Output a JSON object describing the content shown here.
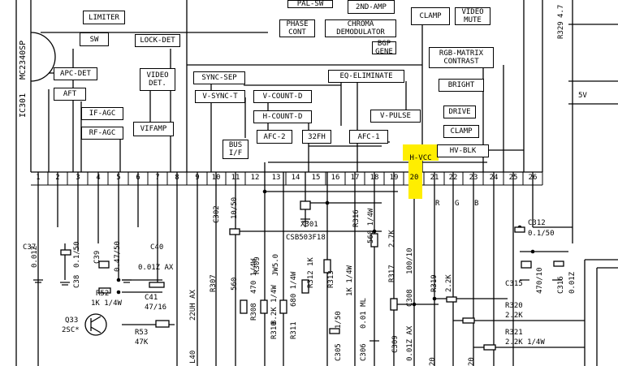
{
  "ic": {
    "name": "MC2340SP",
    "ref": "IC301"
  },
  "blocks": [
    {
      "id": "limiter",
      "text": "LIMITER"
    },
    {
      "id": "sw",
      "text": "SW"
    },
    {
      "id": "lockdet",
      "text": "LOCK-DET"
    },
    {
      "id": "apcdet",
      "text": "APC-DET"
    },
    {
      "id": "aft",
      "text": "AFT"
    },
    {
      "id": "videodet",
      "text": "VIDEO\nDET."
    },
    {
      "id": "ifagc",
      "text": "IF-AGC"
    },
    {
      "id": "rfagc",
      "text": "RF-AGC"
    },
    {
      "id": "vifamp",
      "text": "VIFAMP"
    },
    {
      "id": "palsw",
      "text": "PAL-SW"
    },
    {
      "id": "twondamp",
      "text": "2ND-AMP"
    },
    {
      "id": "phasecont",
      "text": "PHASE\nCONT"
    },
    {
      "id": "chroma",
      "text": "CHROMA\nDEMODULATOR"
    },
    {
      "id": "bgp",
      "text": "BGP\nGENE"
    },
    {
      "id": "clamp1",
      "text": "CLAMP"
    },
    {
      "id": "videomute",
      "text": "VIDEO\nMUTE"
    },
    {
      "id": "rgbmatrix",
      "text": "RGB-MATRIX\nCONTRAST"
    },
    {
      "id": "syncsep",
      "text": "SYNC-SEP"
    },
    {
      "id": "eqelim",
      "text": "EQ-ELIMINATE"
    },
    {
      "id": "bright",
      "text": "BRIGHT"
    },
    {
      "id": "vsynct",
      "text": "V-SYNC-T"
    },
    {
      "id": "vcountd",
      "text": "V-COUNT-D"
    },
    {
      "id": "drive",
      "text": "DRIVE"
    },
    {
      "id": "hcountd",
      "text": "H-COUNT-D"
    },
    {
      "id": "vpulse",
      "text": "V-PULSE"
    },
    {
      "id": "clamp2",
      "text": "CLAMP"
    },
    {
      "id": "busif",
      "text": "BUS\nI/F"
    },
    {
      "id": "afc2",
      "text": "AFC-2"
    },
    {
      "id": "fh32",
      "text": "32FH"
    },
    {
      "id": "afc1",
      "text": "AFC-1"
    },
    {
      "id": "hvcc",
      "text": "H-VCC"
    },
    {
      "id": "hvblk",
      "text": "HV-BLK"
    }
  ],
  "pins": [
    "1",
    "2",
    "3",
    "4",
    "5",
    "6",
    "7",
    "8",
    "9",
    "10",
    "11",
    "12",
    "13",
    "14",
    "15",
    "16",
    "17",
    "18",
    "19",
    "20",
    "21",
    "22",
    "23",
    "24",
    "25",
    "26"
  ],
  "rgb": [
    "R",
    "G",
    "B"
  ],
  "labels": {
    "c37": "C37",
    "c37v": "0.01Z",
    "c38": "C38",
    "c38v": "0.1/50",
    "c39": "C39",
    "c39v": "0.47/50",
    "c40": "C40",
    "c40v": "0.01Z AX",
    "c41": "C41",
    "c41v": "47/16",
    "r52": "R52",
    "r52v": "1K 1/4W",
    "q33": "Q33",
    "q33v": "2SC*",
    "r53": "R53",
    "r53v": "47K",
    "l40": "L40",
    "l40v": "22UH AX",
    "c302": "C302",
    "c302v": "10/50",
    "r307": "R307",
    "r307v": "560",
    "r308": "R308",
    "r308v": "470 1/4W",
    "r309": "R309",
    "r309v": "JW5.0",
    "r310": "R310",
    "r310v": "8.2K 1/4W",
    "x301": "X301",
    "x301v": "CSB503F18",
    "r311": "R311",
    "r311v": "680 1/4W",
    "r312": "R312",
    "r312v": "1K",
    "r313": "R313",
    "r316": "R316",
    "r316v": "560 1/4W",
    "r317": "R317",
    "r317v": "2.7K",
    "c305": "C305",
    "c305v": "1/50",
    "c306": "C306",
    "c306v": "0.01 ML",
    "r314v": "1K 1/4W",
    "c308": "C308",
    "c308v": "100/10",
    "c309": "C309",
    "c309v": "0.01Z AX",
    "r319": "R319",
    "r319v": "2.2K",
    "c312": "C312",
    "c312v": "0.1/50",
    "c315": "C315",
    "c315v": "470/10",
    "c316": "C316",
    "c316v": "0.01Z",
    "r320": "R320",
    "r320v": "2.2K",
    "r321": "R321",
    "r321v": "2.2K 1/4W",
    "r329": "R329",
    "r329v": "4.7",
    "v5": "5V",
    "b20a": "20",
    "b20b": "20"
  },
  "colors": {
    "highlight": "#ffee00"
  }
}
